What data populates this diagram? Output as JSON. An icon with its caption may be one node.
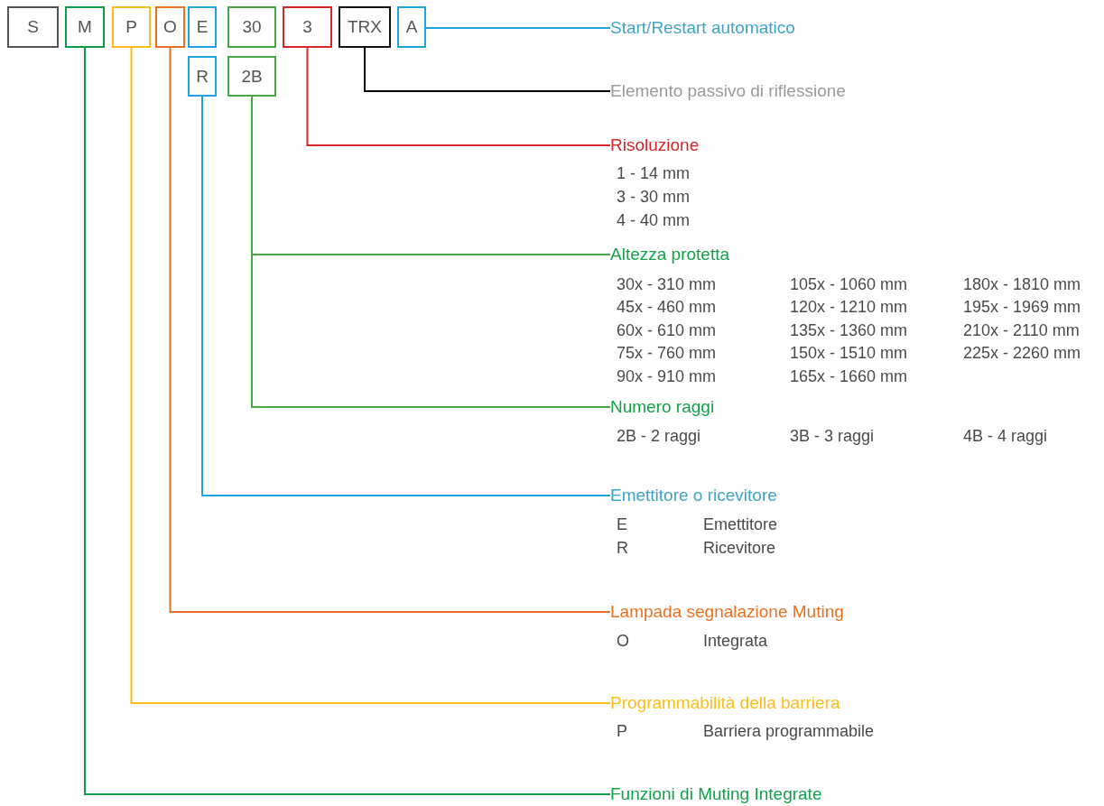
{
  "diagram": {
    "nodes": [
      {
        "text": [
          "S"
        ]
      },
      {
        "text": [
          "M"
        ]
      },
      {
        "text": [
          "P"
        ]
      },
      {
        "text": [
          "O"
        ]
      },
      {
        "text": [
          "E"
        ]
      },
      {
        "text": [
          "30"
        ]
      },
      {
        "text": [
          "3"
        ]
      },
      {
        "text": [
          "TRX"
        ]
      },
      {
        "text": [
          "A"
        ]
      },
      {
        "text": [
          "R"
        ]
      },
      {
        "text": [
          "2B"
        ]
      },
      {
        "text": [
          "Start/Restart automatico"
        ]
      },
      {
        "text": [
          "Elemento passivo di riflessione"
        ]
      },
      {
        "text": [
          "Risoluzione"
        ]
      },
      {
        "text": [
          "Altezza protetta"
        ]
      },
      {
        "text": [
          "Numero raggi"
        ]
      },
      {
        "text": [
          "Emettitore o ricevitore"
        ]
      },
      {
        "text": [
          "Lampada segnalazione Muting"
        ]
      },
      {
        "text": [
          "Programmabilità della barriera"
        ]
      },
      {
        "text": [
          "Funzioni di Muting Integrate"
        ]
      }
    ],
    "edges": [
      {
        "from": 8,
        "to": 11,
        "arrow": "none",
        "color": "#1ea5e0"
      },
      {
        "from": 7,
        "to": 12,
        "arrow": "none",
        "color": "#000000"
      },
      {
        "from": 6,
        "to": 13,
        "arrow": "none",
        "color": "#d7262b"
      },
      {
        "from": 10,
        "to": 14,
        "arrow": "none",
        "color": "#45a843"
      },
      {
        "from": 10,
        "to": 15,
        "arrow": "none",
        "color": "#45a843"
      },
      {
        "from": 9,
        "to": 16,
        "arrow": "none",
        "color": "#1ea5e0"
      },
      {
        "from": 3,
        "to": 17,
        "arrow": "none",
        "color": "#ea7124"
      },
      {
        "from": 2,
        "to": 18,
        "arrow": "none",
        "color": "#fbbd1a"
      },
      {
        "from": 1,
        "to": 19,
        "arrow": "none",
        "color": "#0c9b48"
      }
    ],
    "labels": [
      "1 - 14 mm",
      "3 - 30 mm",
      "4 - 40 mm",
      "30x - 310 mm",
      "105x - 1060 mm",
      "180x - 1810 mm",
      "45x - 460 mm",
      "120x - 1210 mm",
      "195x - 1969 mm",
      "60x - 610 mm",
      "135x - 1360 mm",
      "210x - 2110 mm",
      "75x - 760 mm",
      "150x - 1510 mm",
      "225x - 2260 mm",
      "90x - 910 mm",
      "165x - 1660 mm",
      "2B - 2 raggi",
      "3B - 3 raggi",
      "4B - 4 raggi",
      "E",
      "Emettitore",
      "R",
      "Ricevitore",
      "O",
      "Integrata",
      "P",
      "Barriera programmabile"
    ]
  }
}
